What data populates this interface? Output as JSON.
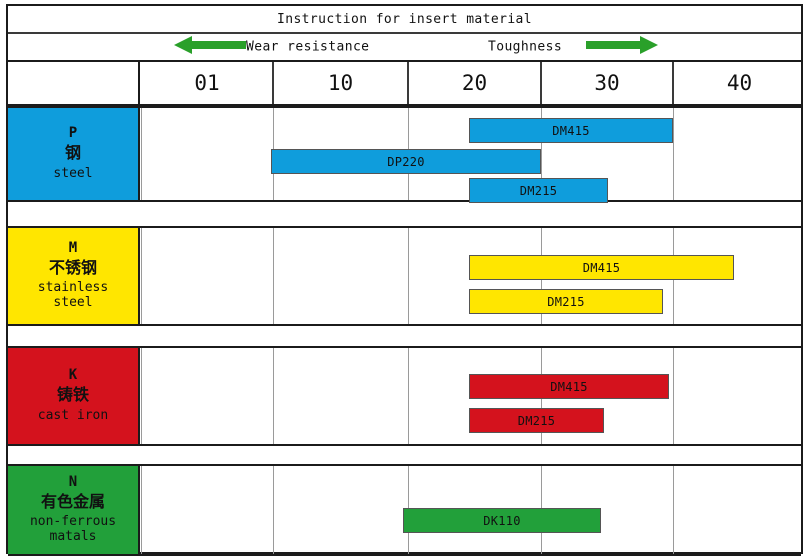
{
  "title": "Instruction for insert material",
  "axis": {
    "wear_label": "Wear resistance",
    "toughness_label": "Toughness",
    "left_arrow_icon": "arrow-left-icon",
    "right_arrow_icon": "arrow-right-icon",
    "arrow_color": "#2aa02a"
  },
  "columns": {
    "corner": "",
    "grades": [
      "01",
      "10",
      "20",
      "30",
      "40"
    ]
  },
  "colors": {
    "steel": "#0f9ddc",
    "stainless": "#ffe600",
    "cast_iron": "#d4121d",
    "non_ferrous": "#22a03a",
    "border": "#1b1b1b"
  },
  "categories": [
    {
      "code": "P",
      "cn": "钢",
      "en": "steel",
      "color": "#0f9ddc",
      "bars": [
        {
          "label": "DM415",
          "start": 468,
          "end": 672,
          "row": 0
        },
        {
          "label": "DP220",
          "start": 270,
          "end": 540,
          "row": 1
        },
        {
          "label": "DM215",
          "start": 468,
          "end": 607,
          "row": 2
        }
      ]
    },
    {
      "code": "M",
      "cn": "不锈钢",
      "en": "stainless\nsteel",
      "color": "#ffe600",
      "bars": [
        {
          "label": "DM415",
          "start": 468,
          "end": 733,
          "row": 0
        },
        {
          "label": "DM215",
          "start": 468,
          "end": 662,
          "row": 1
        }
      ]
    },
    {
      "code": "K",
      "cn": "铸铁",
      "en": "cast iron",
      "color": "#d4121d",
      "bars": [
        {
          "label": "DM415",
          "start": 468,
          "end": 668,
          "row": 0
        },
        {
          "label": "DM215",
          "start": 468,
          "end": 603,
          "row": 1
        }
      ]
    },
    {
      "code": "N",
      "cn": "有色金属",
      "en": "non-ferrous\nmatals",
      "color": "#22a03a",
      "bars": [
        {
          "label": "DK110",
          "start": 402,
          "end": 600,
          "row": 0
        }
      ]
    }
  ]
}
